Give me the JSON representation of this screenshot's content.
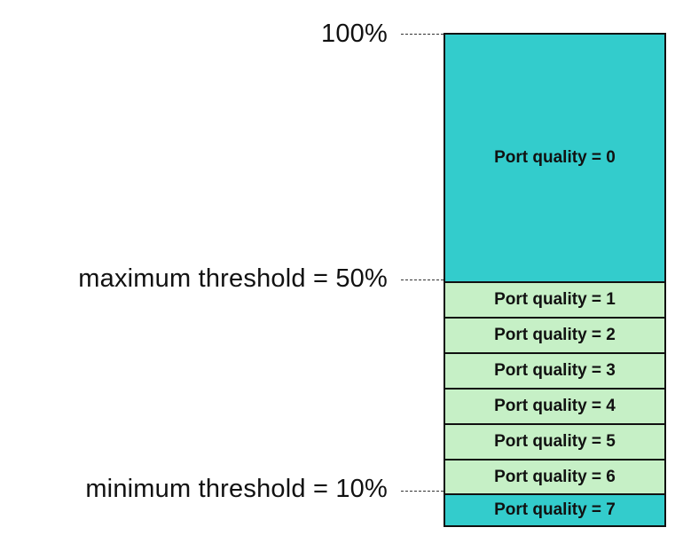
{
  "colors": {
    "high": "#33CCCC",
    "mid": "#C6F0C6",
    "border": "#111111"
  },
  "markers": [
    {
      "label": "100%",
      "percent": 100
    },
    {
      "label": "maximum threshold = 50%",
      "percent": 50
    },
    {
      "label": "minimum threshold = 10%",
      "percent": 10
    }
  ],
  "segments": [
    {
      "label": "Port quality = 0",
      "from": 50,
      "to": 100,
      "color": "high"
    },
    {
      "label": "Port quality = 1",
      "from": 42.9,
      "to": 50,
      "color": "mid"
    },
    {
      "label": "Port quality = 2",
      "from": 35.7,
      "to": 42.9,
      "color": "mid"
    },
    {
      "label": "Port quality = 3",
      "from": 28.6,
      "to": 35.7,
      "color": "mid"
    },
    {
      "label": "Port quality = 4",
      "from": 21.4,
      "to": 28.6,
      "color": "mid"
    },
    {
      "label": "Port quality = 5",
      "from": 14.3,
      "to": 21.4,
      "color": "mid"
    },
    {
      "label": "Port quality = 6",
      "from": 10,
      "to": 14.3,
      "color": "mid"
    },
    {
      "label": "Port quality = 7",
      "from": 0,
      "to": 10,
      "color": "high"
    }
  ]
}
